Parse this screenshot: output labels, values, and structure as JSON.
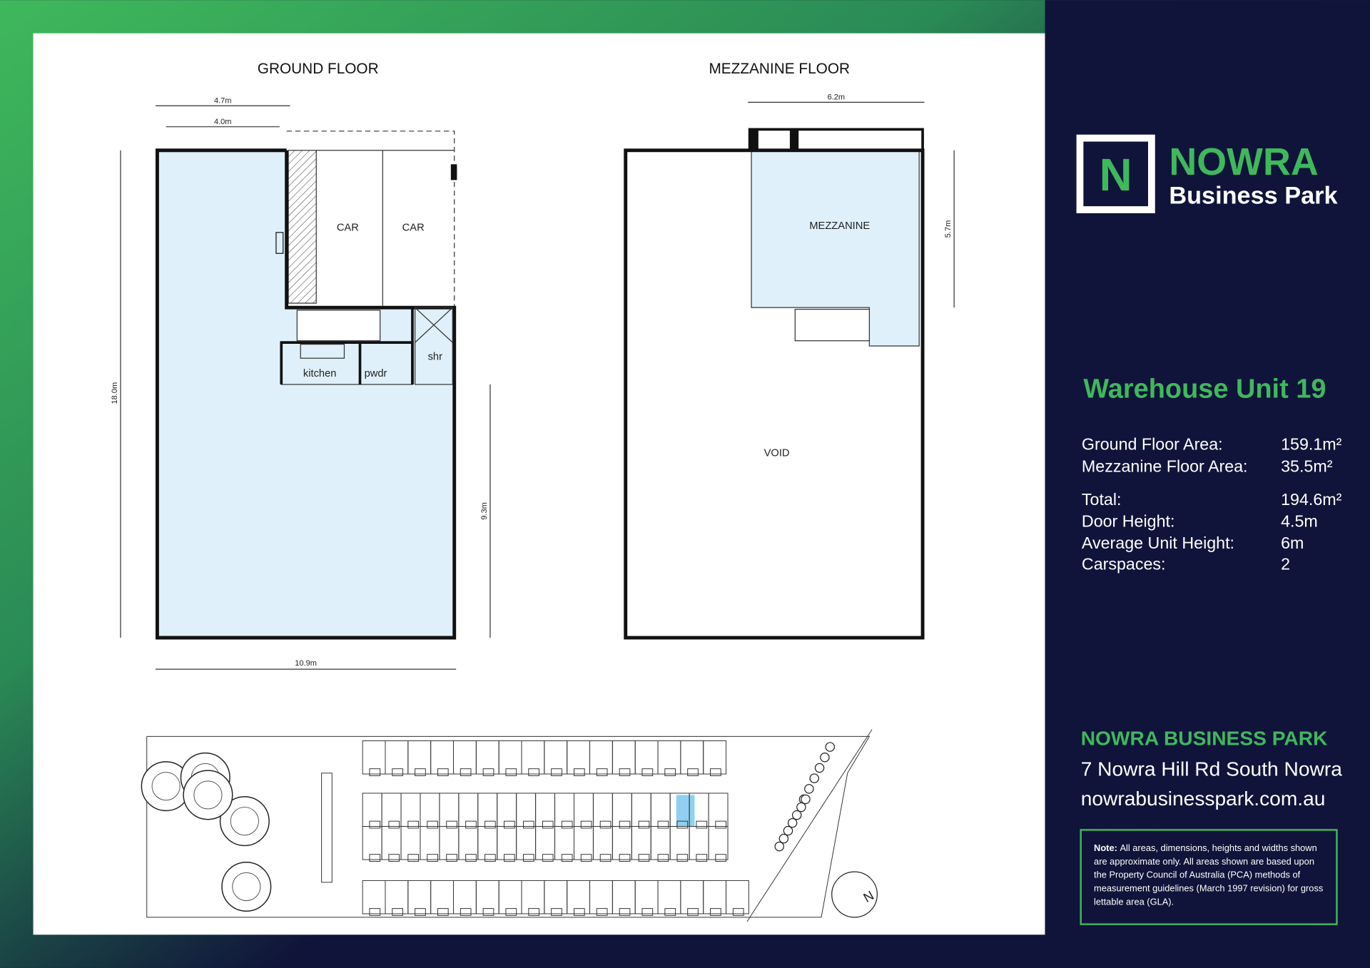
{
  "colors": {
    "navy": "#10143a",
    "green": "#3fb85c",
    "plan_fill": "#dff0fa",
    "highlight": "#8fd0f0"
  },
  "ground_floor": {
    "title": "GROUND FLOOR",
    "rooms": {
      "car1": "CAR",
      "car2": "CAR",
      "kitchen": "kitchen",
      "powder": "pwdr",
      "shower": "shr"
    },
    "dimensions": {
      "top_outer": "4.7m",
      "top_inner": "4.0m",
      "left": "18.0m",
      "right": "9.3m",
      "bottom": "10.9m"
    }
  },
  "mezzanine_floor": {
    "title": "MEZZANINE FLOOR",
    "rooms": {
      "mezzanine": "MEZZANINE",
      "void": "VOID"
    },
    "dimensions": {
      "top": "6.2m",
      "right": "5.7m"
    }
  },
  "logo": {
    "mark": "N",
    "name": "NOWRA",
    "subtitle": "Business Park"
  },
  "unit": {
    "title": "Warehouse Unit 19",
    "specs": [
      {
        "label": "Ground Floor Area:",
        "value": "159.1m²"
      },
      {
        "label": "Mezzanine Floor Area:",
        "value": "35.5m²"
      },
      {
        "label": "Total:",
        "value": "194.6m²"
      },
      {
        "label": "Door Height:",
        "value": "4.5m"
      },
      {
        "label": "Average Unit Height:",
        "value": "6m"
      },
      {
        "label": "Carspaces:",
        "value": "2"
      }
    ]
  },
  "contact": {
    "name": "NOWRA BUSINESS PARK",
    "address": "7 Nowra Hill Rd South Nowra",
    "website": "nowrabusinesspark.com.au"
  },
  "note": {
    "label": "Note:",
    "lines": [
      "All areas, dimensions, heights and widths shown",
      "are approximate only. All areas shown are based upon",
      "the Property Council of Australia (PCA) methods of",
      "measurement guidelines (March 1997 revision) for gross",
      "lettable area (GLA)."
    ]
  },
  "site_plan": {
    "north_label": "N"
  }
}
